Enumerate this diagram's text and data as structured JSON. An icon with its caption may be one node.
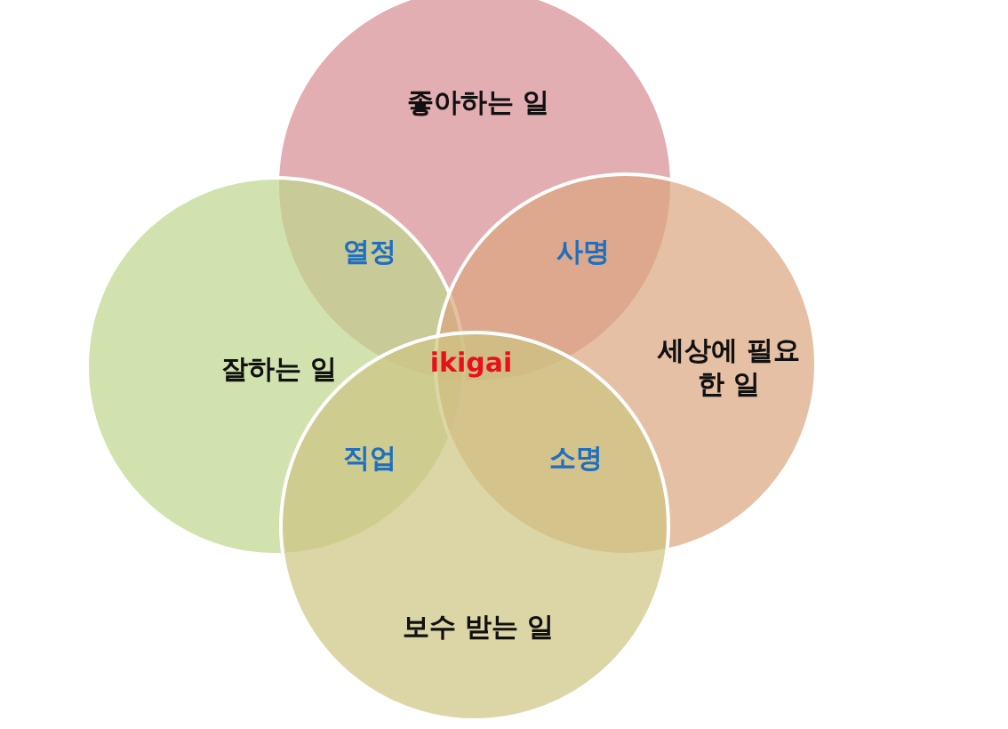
{
  "diagram": {
    "nodes": [
      {
        "text": [
          "좋아하는 일"
        ]
      },
      {
        "text": [
          "잘하는 일"
        ]
      },
      {
        "text": [
          "세상에 필요한 일"
        ]
      },
      {
        "text": [
          "보수 받는 일"
        ]
      }
    ],
    "labels": [
      "열정",
      "사명",
      "ikigai",
      "직업",
      "소명"
    ]
  }
}
